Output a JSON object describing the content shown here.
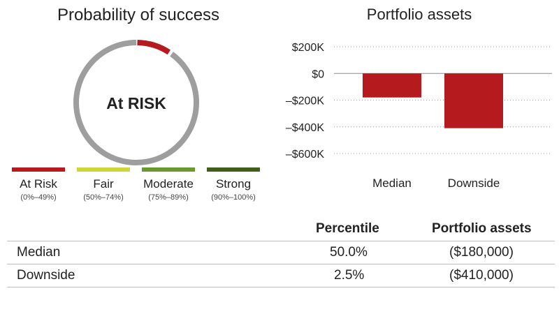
{
  "gauge": {
    "title": "Probability of success",
    "status_label": "At RISK",
    "segment_colors": {
      "active": "#b51a1e",
      "inactive": "#9e9e9e"
    }
  },
  "legend": [
    {
      "label": "At Risk",
      "range": "(0%–49%)",
      "color": "#b51a1e"
    },
    {
      "label": "Fair",
      "range": "(50%–74%)",
      "color": "#cfd63a"
    },
    {
      "label": "Moderate",
      "range": "(75%–89%)",
      "color": "#6b9a2c"
    },
    {
      "label": "Strong",
      "range": "(90%–100%)",
      "color": "#3f5e17"
    }
  ],
  "chart_data": {
    "type": "bar",
    "title": "Portfolio assets",
    "categories": [
      "Median",
      "Downside"
    ],
    "values": [
      -180000,
      -410000
    ],
    "ylim": [
      -600000,
      200000
    ],
    "yticks": [
      {
        "value": 200000,
        "label": "$200K"
      },
      {
        "value": 0,
        "label": "$0"
      },
      {
        "value": -200000,
        "label": "–$200K"
      },
      {
        "value": -400000,
        "label": "–$400K"
      },
      {
        "value": -600000,
        "label": "–$600K"
      }
    ],
    "bar_color": "#b51a1e",
    "grid": true
  },
  "table": {
    "headers": [
      "Percentile",
      "Portfolio assets"
    ],
    "rows": [
      {
        "name": "Median",
        "percentile": "50.0%",
        "assets": "($180,000)"
      },
      {
        "name": "Downside",
        "percentile": "2.5%",
        "assets": "($410,000)"
      }
    ]
  }
}
